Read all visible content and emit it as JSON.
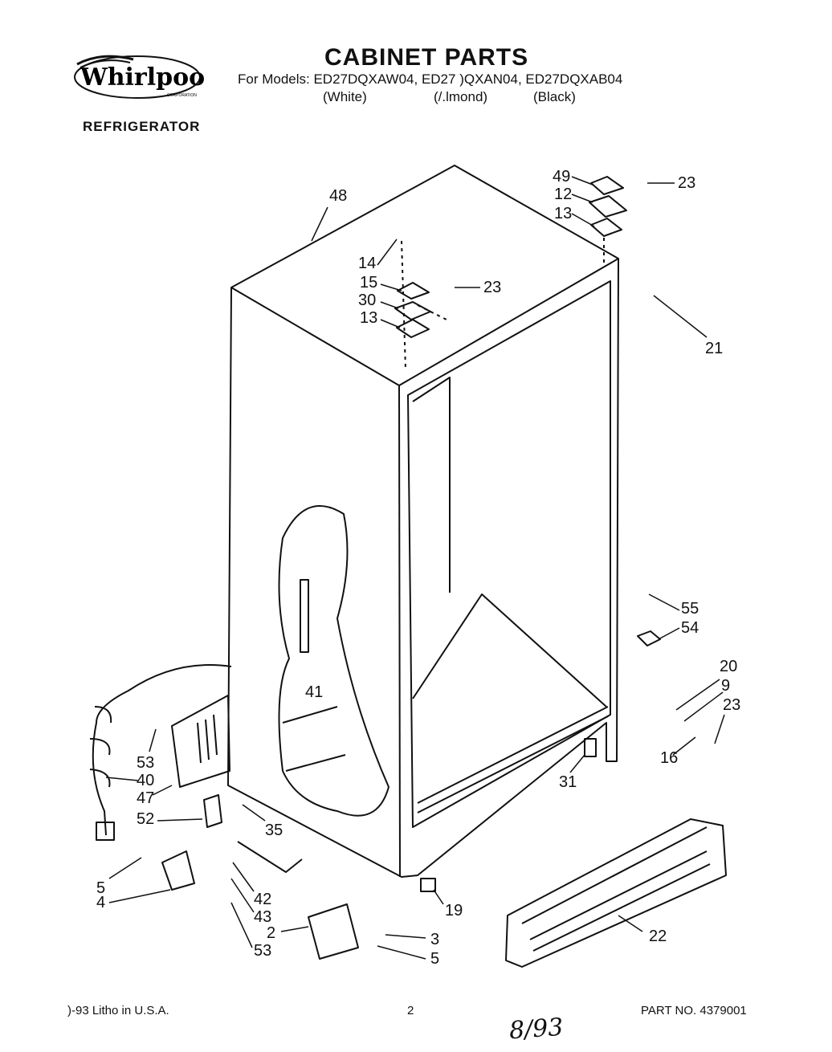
{
  "header": {
    "brand": "Whirlpool",
    "brand_corp": "CORPORATION",
    "product": "REFRIGERATOR",
    "title": "CABINET PARTS",
    "models_line": "For Models: ED27DQXAW04, ED27 )QXAN04, ED27DQXAB04",
    "colors": [
      "(White)",
      "(/.lmond)",
      "(Black)"
    ]
  },
  "callouts": [
    {
      "id": "48",
      "label": "48"
    },
    {
      "id": "49",
      "label": "49"
    },
    {
      "id": "23a",
      "label": "23"
    },
    {
      "id": "12",
      "label": "12"
    },
    {
      "id": "13a",
      "label": "13"
    },
    {
      "id": "14",
      "label": "14"
    },
    {
      "id": "15",
      "label": "15"
    },
    {
      "id": "23b",
      "label": "23"
    },
    {
      "id": "30",
      "label": "30"
    },
    {
      "id": "13b",
      "label": "13"
    },
    {
      "id": "21",
      "label": "21"
    },
    {
      "id": "55",
      "label": "55"
    },
    {
      "id": "54",
      "label": "54"
    },
    {
      "id": "20",
      "label": "20"
    },
    {
      "id": "9",
      "label": "9"
    },
    {
      "id": "23c",
      "label": "23"
    },
    {
      "id": "16",
      "label": "16"
    },
    {
      "id": "31",
      "label": "31"
    },
    {
      "id": "41",
      "label": "41"
    },
    {
      "id": "53a",
      "label": "53"
    },
    {
      "id": "40",
      "label": "40"
    },
    {
      "id": "47",
      "label": "47"
    },
    {
      "id": "52",
      "label": "52"
    },
    {
      "id": "35",
      "label": "35"
    },
    {
      "id": "5a",
      "label": "5"
    },
    {
      "id": "4",
      "label": "4"
    },
    {
      "id": "42",
      "label": "42"
    },
    {
      "id": "43",
      "label": "43"
    },
    {
      "id": "2",
      "label": "2"
    },
    {
      "id": "53b",
      "label": "53"
    },
    {
      "id": "3",
      "label": "3"
    },
    {
      "id": "5b",
      "label": "5"
    },
    {
      "id": "19",
      "label": "19"
    },
    {
      "id": "22",
      "label": "22"
    }
  ],
  "footer": {
    "left": ")-93 Litho in U.S.A.",
    "page": "2",
    "part_no": "PART NO. 4379001",
    "handwritten": "8/93"
  }
}
